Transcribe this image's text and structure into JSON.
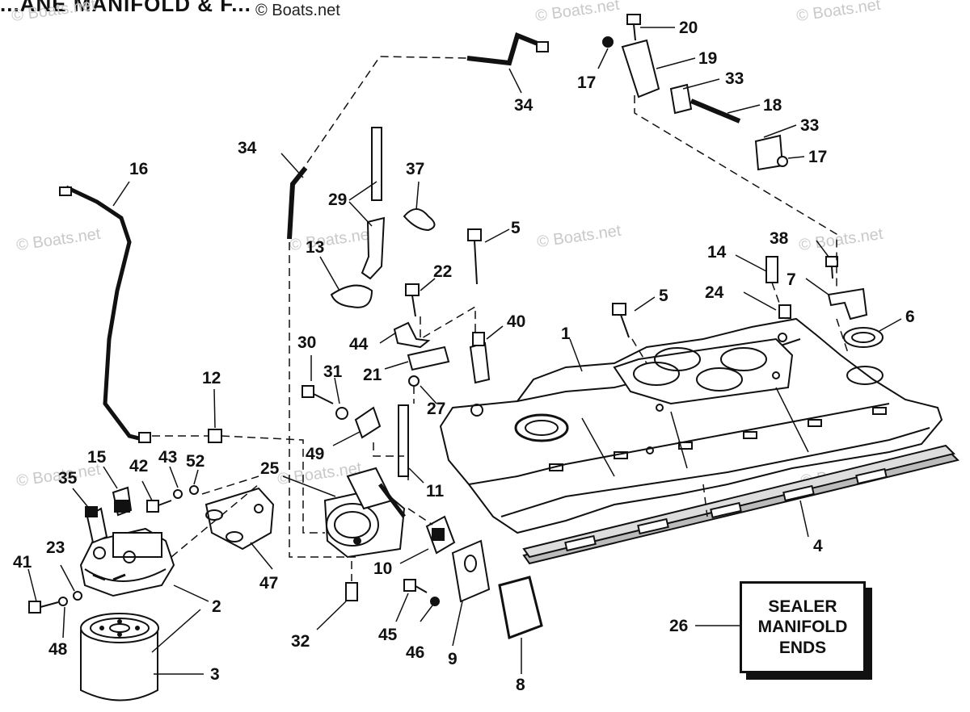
{
  "header": {
    "title_fragment": "...ANE MANIFOLD & F...",
    "copyright_top": "© Boats.net"
  },
  "watermark": "© Boats.net",
  "callouts": [
    {
      "id": "c1",
      "text": "1"
    },
    {
      "id": "c2",
      "text": "2"
    },
    {
      "id": "c3",
      "text": "3"
    },
    {
      "id": "c4",
      "text": "4"
    },
    {
      "id": "c5a",
      "text": "5"
    },
    {
      "id": "c5b",
      "text": "5"
    },
    {
      "id": "c6",
      "text": "6"
    },
    {
      "id": "c7",
      "text": "7"
    },
    {
      "id": "c8",
      "text": "8"
    },
    {
      "id": "c9",
      "text": "9"
    },
    {
      "id": "c10",
      "text": "10"
    },
    {
      "id": "c11",
      "text": "11"
    },
    {
      "id": "c12",
      "text": "12"
    },
    {
      "id": "c13",
      "text": "13"
    },
    {
      "id": "c14",
      "text": "14"
    },
    {
      "id": "c15",
      "text": "15"
    },
    {
      "id": "c16",
      "text": "16"
    },
    {
      "id": "c17a",
      "text": "17"
    },
    {
      "id": "c17b",
      "text": "17"
    },
    {
      "id": "c18",
      "text": "18"
    },
    {
      "id": "c19",
      "text": "19"
    },
    {
      "id": "c20",
      "text": "20"
    },
    {
      "id": "c21",
      "text": "21"
    },
    {
      "id": "c22",
      "text": "22"
    },
    {
      "id": "c23",
      "text": "23"
    },
    {
      "id": "c24",
      "text": "24"
    },
    {
      "id": "c25",
      "text": "25"
    },
    {
      "id": "c26",
      "text": "26"
    },
    {
      "id": "c27",
      "text": "27"
    },
    {
      "id": "c29",
      "text": "29"
    },
    {
      "id": "c30",
      "text": "30"
    },
    {
      "id": "c31",
      "text": "31"
    },
    {
      "id": "c32",
      "text": "32"
    },
    {
      "id": "c33a",
      "text": "33"
    },
    {
      "id": "c33b",
      "text": "33"
    },
    {
      "id": "c34a",
      "text": "34"
    },
    {
      "id": "c34b",
      "text": "34"
    },
    {
      "id": "c35",
      "text": "35"
    },
    {
      "id": "c37",
      "text": "37"
    },
    {
      "id": "c38",
      "text": "38"
    },
    {
      "id": "c40",
      "text": "40"
    },
    {
      "id": "c41",
      "text": "41"
    },
    {
      "id": "c42",
      "text": "42"
    },
    {
      "id": "c43",
      "text": "43"
    },
    {
      "id": "c44",
      "text": "44"
    },
    {
      "id": "c45",
      "text": "45"
    },
    {
      "id": "c46",
      "text": "46"
    },
    {
      "id": "c47",
      "text": "47"
    },
    {
      "id": "c48",
      "text": "48"
    },
    {
      "id": "c49",
      "text": "49"
    },
    {
      "id": "c52",
      "text": "52"
    }
  ],
  "sealer_box": {
    "line1": "SEALER",
    "line2": "MANIFOLD",
    "line3": "ENDS"
  },
  "colors": {
    "ink": "#111111",
    "watermark": "#c9c9c9",
    "paper": "#ffffff"
  }
}
